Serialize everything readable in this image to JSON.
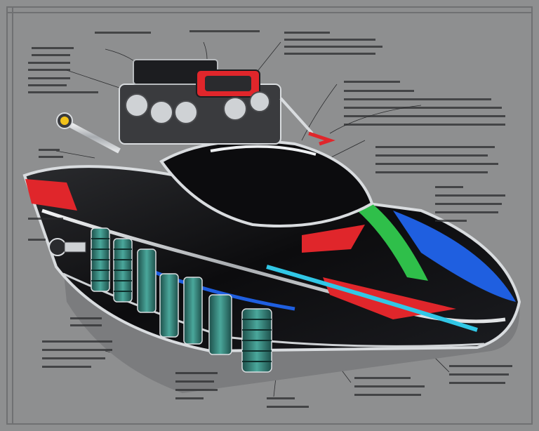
{
  "colors": {
    "background": "#8e8f90",
    "hull_black": "#0c0c0e",
    "accent_red": "#e0262b",
    "accent_blue": "#1f5fe0",
    "accent_green": "#2fbf4a",
    "accent_cyan": "#31c7e6",
    "chrome": "#d9dcdf",
    "battery_teal": "#2f7f77",
    "lamp_yellow": "#f2c21a"
  },
  "icons": [
    "boat-hull-illustration",
    "engine-block-illustration",
    "battery-cell-illustration",
    "headlamp-illustration",
    "connector-plug-illustration"
  ],
  "callouts": []
}
